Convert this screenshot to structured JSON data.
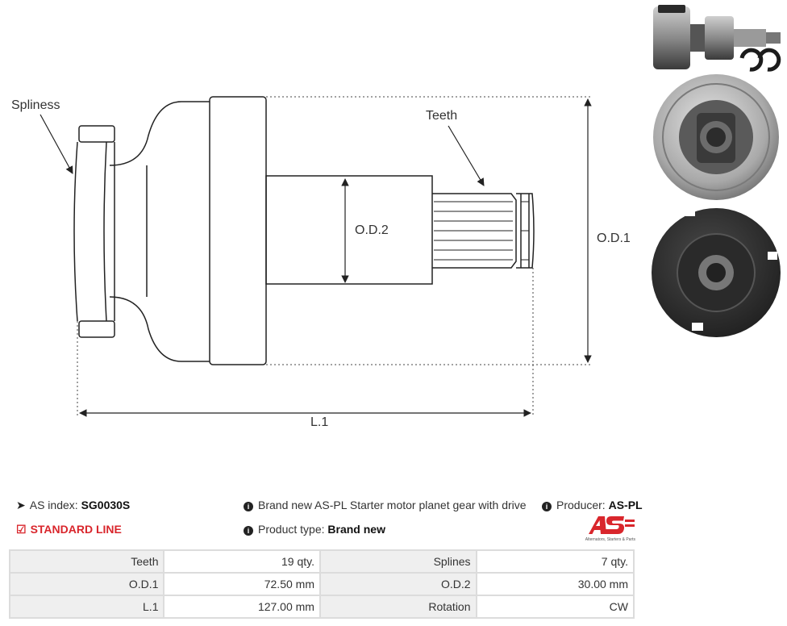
{
  "diagram": {
    "labels": {
      "spliness": "Spliness",
      "teeth": "Teeth",
      "od2": "O.D.2",
      "od1": "O.D.1",
      "l1": "L.1"
    }
  },
  "info": {
    "as_index_label": "AS index:",
    "as_index_value": "SG0030S",
    "standard_line": "STANDARD LINE",
    "description": "Brand new AS-PL Starter motor planet gear with drive",
    "product_type_label": "Product type:",
    "product_type_value": "Brand new",
    "producer_label": "Producer:",
    "producer_value": "AS-PL",
    "logo_tagline": "Alternators, Starters & Parts",
    "brand_color": "#d9262c"
  },
  "specs": {
    "rows": [
      [
        {
          "k": "Teeth",
          "v": "19 qty."
        },
        {
          "k": "Splines",
          "v": "7 qty."
        }
      ],
      [
        {
          "k": "O.D.1",
          "v": "72.50 mm"
        },
        {
          "k": "O.D.2",
          "v": "30.00 mm"
        }
      ],
      [
        {
          "k": "L.1",
          "v": "127.00 mm"
        },
        {
          "k": "Rotation",
          "v": "CW"
        }
      ]
    ]
  }
}
